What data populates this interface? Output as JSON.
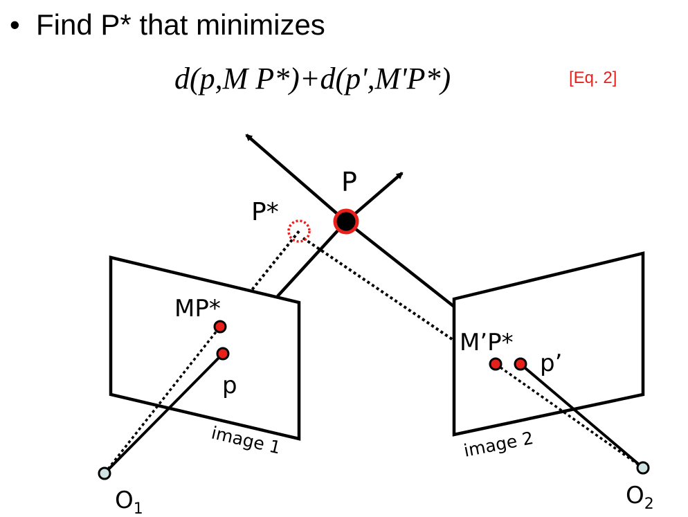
{
  "heading": {
    "bullet": "•",
    "text": "Find P* that minimizes"
  },
  "equation": {
    "text": "d(p,M P*)+d(p',M'P*)",
    "tag": "[Eq. 2]",
    "tag_color": "#e8201c"
  },
  "diagram": {
    "labels": {
      "point": "P",
      "estimate": "P*",
      "projection_1": "MP*",
      "projection_2": "M’P*",
      "observed_1": "p",
      "observed_2": "p’",
      "image_1": "image 1",
      "image_2": "image 2",
      "camera_1_letter": "O",
      "camera_1_sub": "1",
      "camera_2_letter": "O",
      "camera_2_sub": "2"
    },
    "colors": {
      "point_fill": "#000000",
      "point_ring": "#e8201c",
      "marker_fill": "#e8201c",
      "estimate_ring": "#e8201c",
      "camera_fill": "#cfe3e3"
    }
  }
}
